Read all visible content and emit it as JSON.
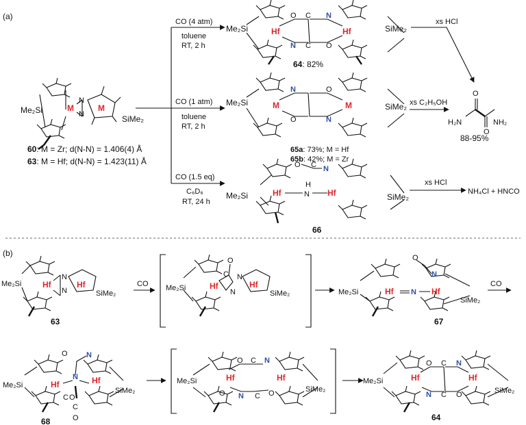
{
  "panels": {
    "a": "(a)",
    "b": "(b)"
  },
  "labels": {
    "me2si": "Me₂Si",
    "sime2": "SiMe₂",
    "M": "M",
    "Hf": "Hf",
    "N": "N",
    "O": "O",
    "C": "C",
    "H": "H",
    "NH2": "NH₂",
    "H2N": "H₂N"
  },
  "start_caption": {
    "line1_num": "60",
    "line1_rest": ": M = Zr; d(N-N) = 1.406(4) Å",
    "line2_num": "63",
    "line2_rest": ": M = Hf; d(N-N) = 1.423(11) Å"
  },
  "routes": [
    {
      "reagent": "CO (4 atm)",
      "solvent": "toluene",
      "cond": "RT, 2 h",
      "product_num": "64",
      "product_yield": ": 82%",
      "next_reagent": "xs HCl"
    },
    {
      "reagent": "CO (1 atm)",
      "solvent": "toluene",
      "cond": "RT, 2 h",
      "product_line1_num": "65a",
      "product_line1": ": 73%; M = Hf",
      "product_line2_num": "65b",
      "product_line2": ": 42%; M = Zr",
      "next_reagent": "xs C₂H₅OH"
    },
    {
      "reagent": "CO (1.5 eq)",
      "solvent": "C₆D₆",
      "cond": "RT, 24 h",
      "product_num": "66",
      "next_reagent": "xs HCl",
      "final_product": "NH₄Cl + HNCO"
    }
  ],
  "oxamide_yield": "88-95%",
  "panel_b": {
    "co_1": "CO",
    "co_2": "CO",
    "nums": [
      "63",
      "67",
      "68",
      "64"
    ]
  },
  "colors": {
    "metal": "#e0262b",
    "nitrogen": "#2b4fa8",
    "text": "#111111"
  }
}
